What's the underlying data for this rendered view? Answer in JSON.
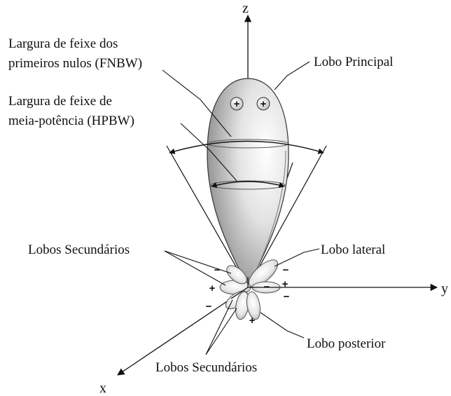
{
  "axes": {
    "z": "z",
    "y": "y",
    "x": "x"
  },
  "labels": {
    "fnbw_line1": "Largura de feixe dos",
    "fnbw_line2": "primeiros nulos (FNBW)",
    "hpbw_line1": "Largura de feixe de",
    "hpbw_line2": "meia-potência (HPBW)",
    "main_lobe": "Lobo Principal",
    "secondary_lobes_left": "Lobos Secundários",
    "side_lobe": "Lobo lateral",
    "back_lobe": "Lobo posterior",
    "secondary_lobes_bottom": "Lobos Secundários"
  },
  "signs": {
    "main_left": "+",
    "main_right": "+",
    "left_top": "−",
    "left_mid": "+",
    "left_bottom": "−",
    "right_top": "−",
    "right_mid": "+",
    "right_bottom": "−",
    "center": "−",
    "bottom": "+"
  }
}
